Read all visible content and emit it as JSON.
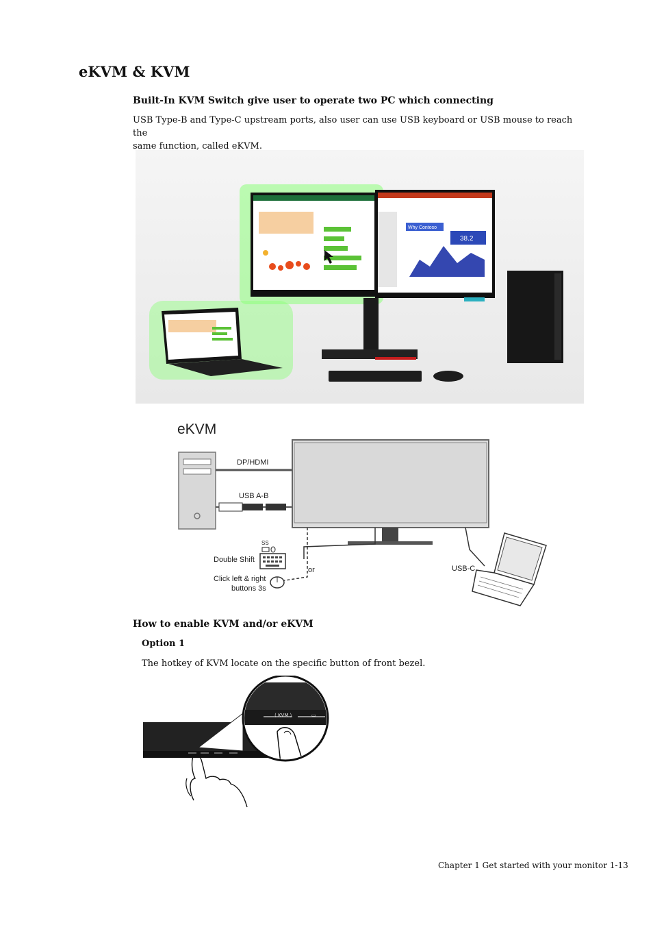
{
  "title": "eKVM & KVM",
  "section1": {
    "heading": "Built-In KVM Switch give user to operate two PC which connecting",
    "body_line1": "USB Type-B and Type-C upstream ports, also user can use USB keyboard or USB mouse to reach the",
    "body_line2": "same function, called eKVM."
  },
  "photo": {
    "slide_title": "Why Contoso",
    "slide_value": "38.2"
  },
  "diagram": {
    "title": "eKVM",
    "cable_dp": "DP/HDMI",
    "cable_usb_ab": "USB A-B",
    "double_shift": "Double Shift",
    "click_line1": "Click left & right",
    "click_line2": "buttons 3s",
    "or": "or",
    "usb_c": "USB-C"
  },
  "section2": {
    "heading": "How to enable KVM and/or eKVM",
    "option": "Option 1",
    "body": "The hotkey of KVM locate on the specific button of front bezel."
  },
  "footer": "Chapter 1 Get started with your monitor  1-13"
}
